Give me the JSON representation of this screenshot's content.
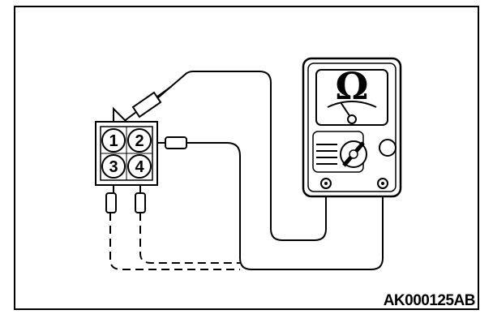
{
  "diagram": {
    "figure_code": "AK000125AB",
    "meter": {
      "unit_symbol": "Ω"
    },
    "connector": {
      "pins": [
        "1",
        "2",
        "3",
        "4"
      ]
    }
  }
}
